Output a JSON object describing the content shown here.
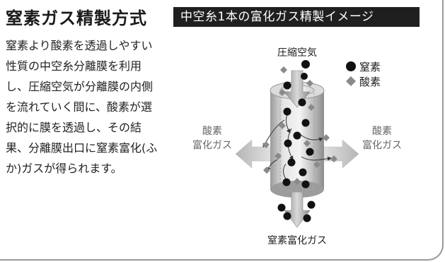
{
  "heading": "窒素ガス精製方式",
  "banner_title": "中空糸1本の富化ガス精製イメージ",
  "description": "窒素より酸素を透過しやすい性質の中空糸分離膜を利用し、圧縮空気が分離膜の内側を流れていく間に、酸素が選択的に膜を透過し、その結果、分離膜出口に窒素富化(ふか)ガスが得られます。",
  "labels": {
    "input": "圧縮空気",
    "output": "窒素富化ガス",
    "left_line1": "酸素",
    "left_line2": "富化ガス",
    "right_line1": "酸素",
    "right_line2": "富化ガス"
  },
  "legend": [
    {
      "symbol": "circle",
      "label": "窒素"
    },
    {
      "symbol": "diamond",
      "label": "酸素"
    }
  ],
  "colors": {
    "banner_bg": "#1f1f1f",
    "nitrogen": "#111111",
    "oxygen": "#8a8a8a"
  }
}
